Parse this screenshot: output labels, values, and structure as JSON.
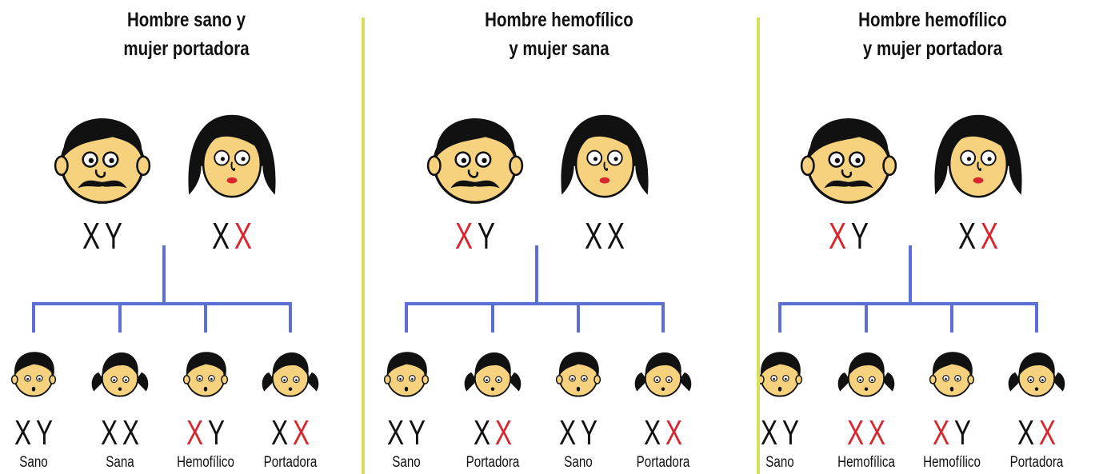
{
  "colors": {
    "affected": "#d9262e",
    "normal": "#111111",
    "tree": "#5b6fd6",
    "divider": "#d8df5a",
    "skin": "#f7d27e"
  },
  "panels": [
    {
      "title_line1": "Hombre sano y",
      "title_line2": "mujer portadora",
      "father": {
        "chrom1": "X",
        "chrom2": "Y",
        "chrom1_affected": false,
        "chrom2_affected": false
      },
      "mother": {
        "chrom1": "X",
        "chrom2": "X",
        "chrom1_affected": false,
        "chrom2_affected": true
      },
      "children": [
        {
          "sex": "boy",
          "chrom1": "X",
          "chrom2": "Y",
          "chrom1_affected": false,
          "chrom2_affected": false,
          "label": "Sano"
        },
        {
          "sex": "girl",
          "chrom1": "X",
          "chrom2": "X",
          "chrom1_affected": false,
          "chrom2_affected": false,
          "label": "Sana"
        },
        {
          "sex": "boy",
          "chrom1": "X",
          "chrom2": "Y",
          "chrom1_affected": true,
          "chrom2_affected": false,
          "label": "Hemofílico"
        },
        {
          "sex": "girl",
          "chrom1": "X",
          "chrom2": "X",
          "chrom1_affected": false,
          "chrom2_affected": true,
          "label": "Portadora"
        }
      ]
    },
    {
      "title_line1": "Hombre hemofílico",
      "title_line2": "y mujer sana",
      "father": {
        "chrom1": "X",
        "chrom2": "Y",
        "chrom1_affected": true,
        "chrom2_affected": false
      },
      "mother": {
        "chrom1": "X",
        "chrom2": "X",
        "chrom1_affected": false,
        "chrom2_affected": false
      },
      "children": [
        {
          "sex": "boy",
          "chrom1": "X",
          "chrom2": "Y",
          "chrom1_affected": false,
          "chrom2_affected": false,
          "label": "Sano"
        },
        {
          "sex": "girl",
          "chrom1": "X",
          "chrom2": "X",
          "chrom1_affected": false,
          "chrom2_affected": true,
          "label": "Portadora"
        },
        {
          "sex": "boy",
          "chrom1": "X",
          "chrom2": "Y",
          "chrom1_affected": false,
          "chrom2_affected": false,
          "label": "Sano"
        },
        {
          "sex": "girl",
          "chrom1": "X",
          "chrom2": "X",
          "chrom1_affected": false,
          "chrom2_affected": true,
          "label": "Portadora"
        }
      ]
    },
    {
      "title_line1": "Hombre hemofílico",
      "title_line2": "y mujer portadora",
      "father": {
        "chrom1": "X",
        "chrom2": "Y",
        "chrom1_affected": true,
        "chrom2_affected": false
      },
      "mother": {
        "chrom1": "X",
        "chrom2": "X",
        "chrom1_affected": false,
        "chrom2_affected": true
      },
      "children": [
        {
          "sex": "boy",
          "chrom1": "X",
          "chrom2": "Y",
          "chrom1_affected": false,
          "chrom2_affected": false,
          "label": "Sano"
        },
        {
          "sex": "girl",
          "chrom1": "X",
          "chrom2": "X",
          "chrom1_affected": true,
          "chrom2_affected": true,
          "label": "Hemofílica"
        },
        {
          "sex": "boy",
          "chrom1": "X",
          "chrom2": "Y",
          "chrom1_affected": true,
          "chrom2_affected": false,
          "label": "Hemofílico"
        },
        {
          "sex": "girl",
          "chrom1": "X",
          "chrom2": "X",
          "chrom1_affected": false,
          "chrom2_affected": true,
          "label": "Portadora"
        }
      ]
    }
  ]
}
